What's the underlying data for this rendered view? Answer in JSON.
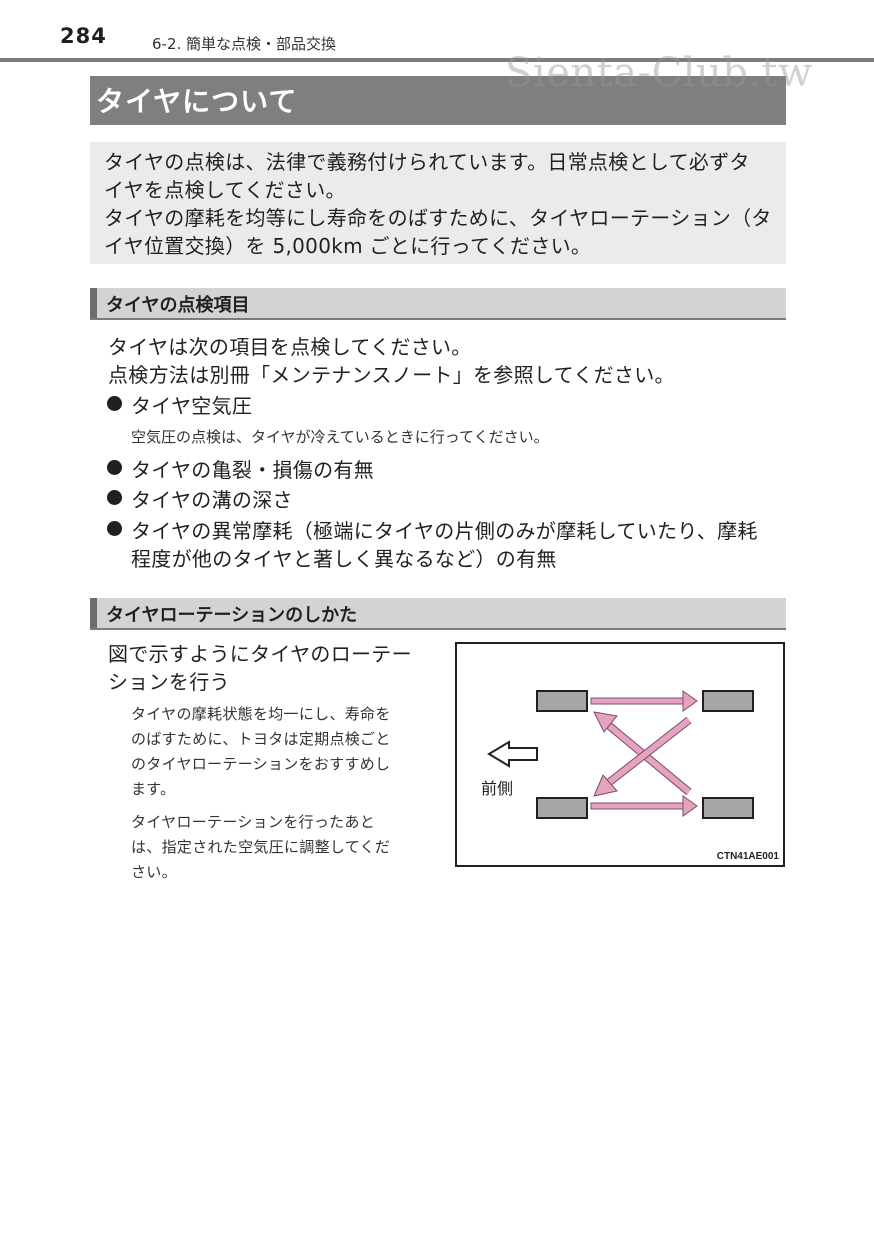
{
  "header": {
    "page_number": "284",
    "section": "6-2. 簡単な点検・部品交換"
  },
  "watermark": "Sienta-Club.tw",
  "title": "タイヤについて",
  "intro": {
    "lines": [
      "タイヤの点検は、法律で義務付けられています。日常点検として必ずタ",
      "イヤを点検してください。",
      "タイヤの摩耗を均等にし寿命をのばすために、タイヤローテーション（タ",
      "イヤ位置交換）を 5,000km ごとに行ってください。"
    ]
  },
  "inspection": {
    "heading": "タイヤの点検項目",
    "lines": [
      "タイヤは次の項目を点検してください。",
      "点検方法は別冊「メンテナンスノート」を参照してください。"
    ],
    "items": [
      {
        "text": "タイヤ空気圧"
      },
      {
        "note": "空気圧の点検は、タイヤが冷えているときに行ってください。"
      },
      {
        "text": "タイヤの亀裂・損傷の有無"
      },
      {
        "text": "タイヤの溝の深さ"
      },
      {
        "text": "タイヤの異常摩耗（極端にタイヤの片側のみが摩耗していたり、摩耗"
      },
      {
        "text": "程度が他のタイヤと著しく異なるなど）の有無"
      }
    ]
  },
  "rotation": {
    "heading": "タイヤローテーションのしかた",
    "lead": [
      "図で示すようにタイヤのローテー",
      "ションを行う"
    ],
    "para1": [
      "タイヤの摩耗状態を均一にし、寿命を",
      "のばすために、トヨタは定期点検ごと",
      "のタイヤローテーションをおすすめし",
      "ます。"
    ],
    "para2": [
      "タイヤローテーションを行ったあと",
      "は、指定された空気圧に調整してくだ",
      "さい。"
    ],
    "diagram": {
      "front_label": "前側",
      "figure_code": "CTN41AE001",
      "tire_color": "#a6a6a6",
      "arrow_color": "#e5a3c3"
    }
  }
}
